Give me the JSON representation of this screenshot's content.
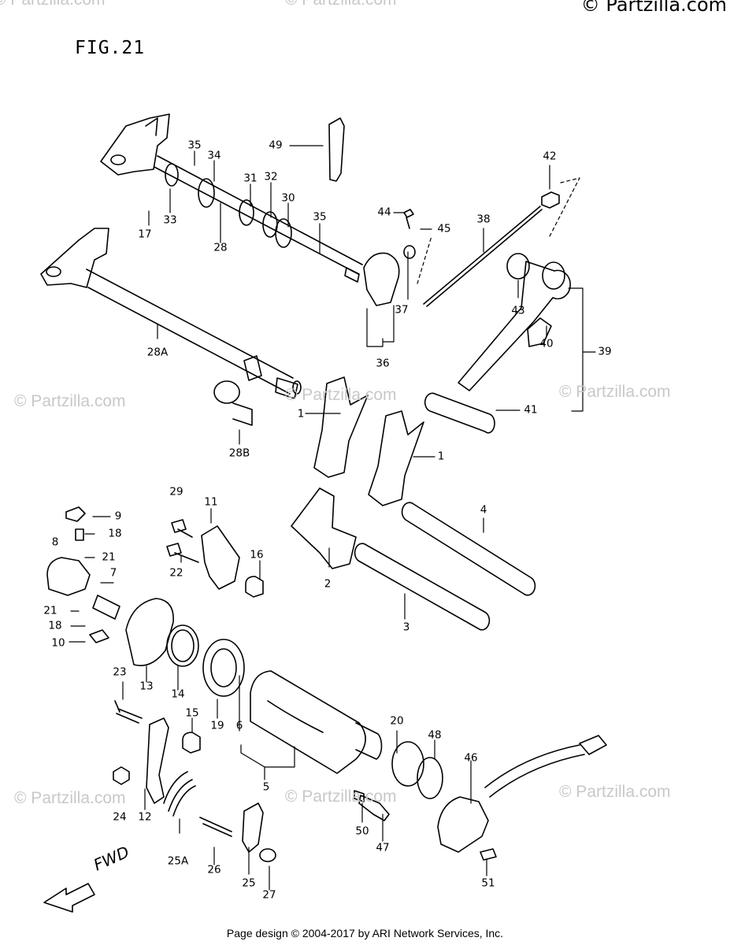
{
  "header": {
    "copyright": "© Partzilla.com",
    "figure_label": "FIG.21"
  },
  "watermarks": [
    "© Partzilla.com",
    "© Partzilla.com",
    "© Partzilla.com",
    "© Partzilla.com",
    "© Partzilla.com",
    "© Partzilla.com",
    "© Partzilla.com",
    "© Partzilla.com",
    "© Partzilla.com"
  ],
  "direction_label": "FWD",
  "footer": "Page design © 2004-2017 by ARI Network Services, Inc.",
  "callouts": [
    "1",
    "1",
    "2",
    "3",
    "4",
    "5",
    "6",
    "7",
    "8",
    "9",
    "10",
    "11",
    "12",
    "13",
    "14",
    "15",
    "16",
    "17",
    "18",
    "18",
    "19",
    "20",
    "21",
    "21",
    "22",
    "23",
    "24",
    "25",
    "25A",
    "26",
    "27",
    "28",
    "28A",
    "28B",
    "29",
    "30",
    "31",
    "32",
    "33",
    "34",
    "35",
    "35",
    "36",
    "37",
    "38",
    "39",
    "40",
    "41",
    "42",
    "43",
    "44",
    "45",
    "46",
    "47",
    "48",
    "49",
    "50",
    "51"
  ],
  "colors": {
    "line": "#000000",
    "watermark": "#c8c8c8",
    "background": "#ffffff"
  }
}
